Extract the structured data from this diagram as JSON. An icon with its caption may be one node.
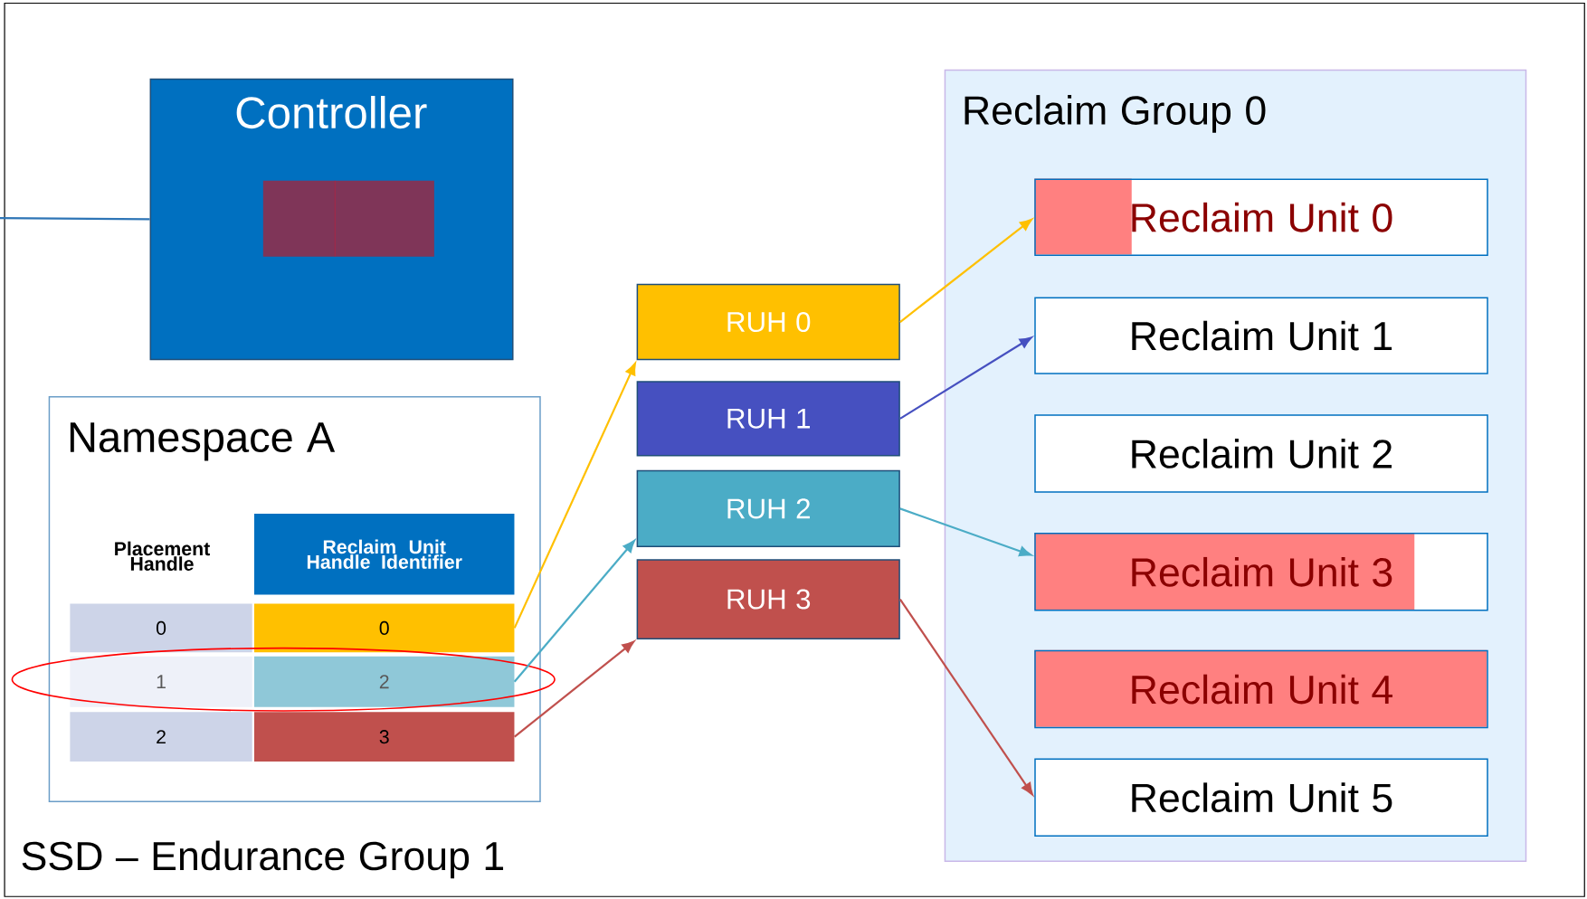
{
  "diagram": {
    "nodes": [
      {
        "text": [
          "SSD – Endurance Group 1"
        ]
      },
      {
        "text": [
          "Controller"
        ],
        "in": 0
      },
      {
        "text": [
          "Namespace A"
        ],
        "in": 0
      },
      {
        "text": [
          "Reclaim Unit Handle Identifier"
        ],
        "in": 2
      },
      {
        "text": [
          "0"
        ],
        "in": 2
      },
      {
        "text": [
          "0"
        ],
        "in": 2
      },
      {
        "text": [
          "1"
        ],
        "in": 2
      },
      {
        "text": [
          "2"
        ],
        "in": 2
      },
      {
        "text": [
          "2"
        ],
        "in": 2
      },
      {
        "text": [
          "3"
        ],
        "in": 2
      },
      {
        "text": [
          "RUH 0"
        ],
        "in": 0
      },
      {
        "text": [
          "RUH 1"
        ],
        "in": 0
      },
      {
        "text": [
          "RUH 2"
        ],
        "in": 0
      },
      {
        "text": [
          "RUH 3"
        ],
        "in": 0
      },
      {
        "text": [
          "Reclaim Group 0"
        ],
        "in": 0
      },
      {
        "text": [
          "Reclaim Unit 0"
        ],
        "in": 14
      },
      {
        "text": [
          "Reclaim Unit 1"
        ],
        "in": 14
      },
      {
        "text": [
          "Reclaim Unit 2"
        ],
        "in": 14
      },
      {
        "text": [
          "Reclaim Unit 3"
        ],
        "in": 14
      },
      {
        "text": [
          "Reclaim Unit 4"
        ],
        "in": 14
      },
      {
        "text": [
          "Reclaim Unit 5"
        ],
        "in": 14
      }
    ],
    "edges": [
      {
        "from": null,
        "to": 1,
        "arrow": "none",
        "color": "#2e75b6"
      },
      {
        "from": 5,
        "to": 10,
        "arrow": "to",
        "color": "#ffc000"
      },
      {
        "from": 7,
        "to": 12,
        "arrow": "to",
        "color": "#4bacc6"
      },
      {
        "from": 9,
        "to": 13,
        "arrow": "to",
        "color": "#c0504d"
      },
      {
        "from": 10,
        "to": 15,
        "arrow": "to",
        "color": "#ffc000"
      },
      {
        "from": 11,
        "to": 16,
        "arrow": "to",
        "color": "#4650c0"
      },
      {
        "from": 12,
        "to": 18,
        "arrow": "to",
        "color": "#4bacc6"
      },
      {
        "from": 13,
        "to": 20,
        "arrow": "to",
        "color": "#c0504d"
      }
    ],
    "labels": [
      "Placement Handle"
    ]
  }
}
